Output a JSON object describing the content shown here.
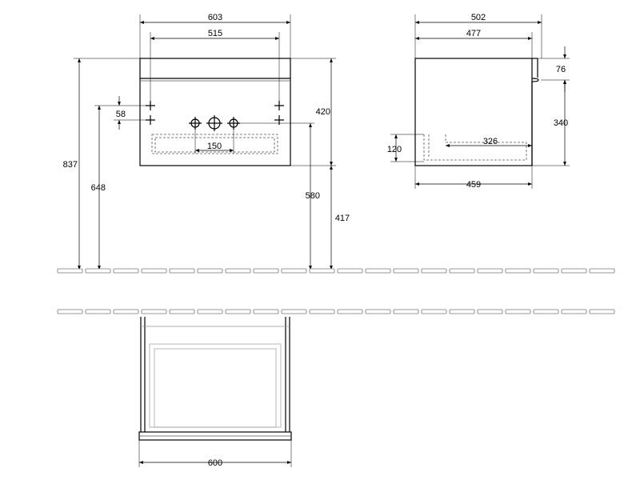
{
  "front_view": {
    "width_total": "603",
    "width_inner": "515",
    "height_total": "837",
    "height_648": "648",
    "offset_58": "58",
    "spacing_150": "150",
    "height_420": "420",
    "height_580": "580",
    "height_417": "417"
  },
  "side_view": {
    "depth_total": "502",
    "depth_477": "477",
    "top_76": "76",
    "height_340": "340",
    "depth_326": "326",
    "height_120": "120",
    "depth_459": "459"
  },
  "plan_view": {
    "width_600": "600"
  }
}
